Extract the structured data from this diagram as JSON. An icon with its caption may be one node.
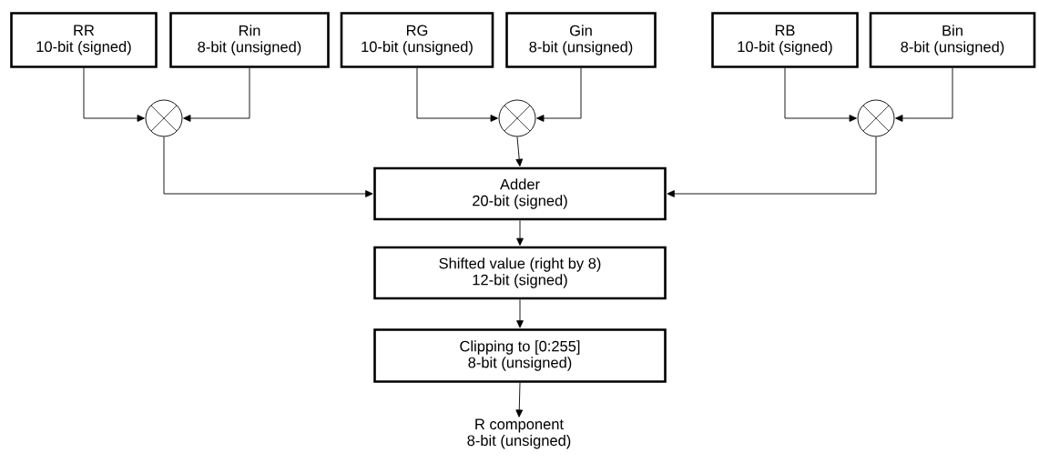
{
  "diagram": {
    "nodes": [
      {
        "text": [
          "RR",
          "10-bit (signed)"
        ]
      },
      {
        "text": [
          "Rin",
          "8-bit (unsigned)"
        ]
      },
      {
        "text": [
          "RG",
          "10-bit (unsigned)"
        ]
      },
      {
        "text": [
          "Gin",
          "8-bit (unsigned)"
        ]
      },
      {
        "text": [
          "RB",
          "10-bit (signed)"
        ]
      },
      {
        "text": [
          "Bin",
          "8-bit (unsigned)"
        ]
      },
      {
        "text": [],
        "shape": "circle"
      },
      {
        "text": [],
        "shape": "circle"
      },
      {
        "text": [],
        "shape": "circle"
      },
      {
        "text": [
          "Adder",
          "20-bit (signed)"
        ]
      },
      {
        "text": [
          "Shifted value (right by 8)",
          "12-bit (signed)"
        ]
      },
      {
        "text": [
          "Clipping to [0:255]",
          "8-bit (unsigned)"
        ]
      },
      {
        "text": [
          "R component",
          "8-bit (unsigned)"
        ]
      }
    ],
    "edges": [
      {
        "from": 0,
        "to": 6,
        "arrow": "to"
      },
      {
        "from": 1,
        "to": 6,
        "arrow": "to"
      },
      {
        "from": 2,
        "to": 7,
        "arrow": "to"
      },
      {
        "from": 3,
        "to": 7,
        "arrow": "to"
      },
      {
        "from": 4,
        "to": 8,
        "arrow": "to"
      },
      {
        "from": 5,
        "to": 8,
        "arrow": "to"
      },
      {
        "from": 6,
        "to": 9,
        "arrow": "to"
      },
      {
        "from": 7,
        "to": 9,
        "arrow": "to"
      },
      {
        "from": 8,
        "to": 9,
        "arrow": "to"
      },
      {
        "from": 9,
        "to": 10,
        "arrow": "to"
      },
      {
        "from": 10,
        "to": 11,
        "arrow": "to"
      },
      {
        "from": 11,
        "to": 12,
        "arrow": "to"
      }
    ]
  }
}
